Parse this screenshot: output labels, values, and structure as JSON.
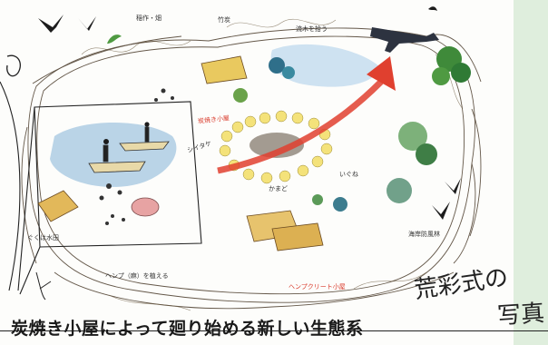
{
  "labels": {
    "rice_field": "稲作・畑",
    "bamboo": "竹炭",
    "driftwood": "流木を拾う",
    "charcoal_hut": "炭焼き小屋",
    "shiitake": "シイタケ",
    "kamado": "かまど",
    "sawtooth_oak": "いぐね",
    "coastal_forest": "海岸防風林",
    "hemp_field": "ぐくは水田",
    "plant_hemp": "ヘンプ（麻）を植える",
    "hemp_crete": "ヘンプクリート小屋"
  },
  "caption": "炭焼き小屋によって廻り始める新しい生態系",
  "handwriting": {
    "signature": "荒彩式の",
    "photo": "写真"
  },
  "colors": {
    "arrow": "#e0402f",
    "water": "#8fb8d8",
    "accent_green": "#dfeedd"
  }
}
